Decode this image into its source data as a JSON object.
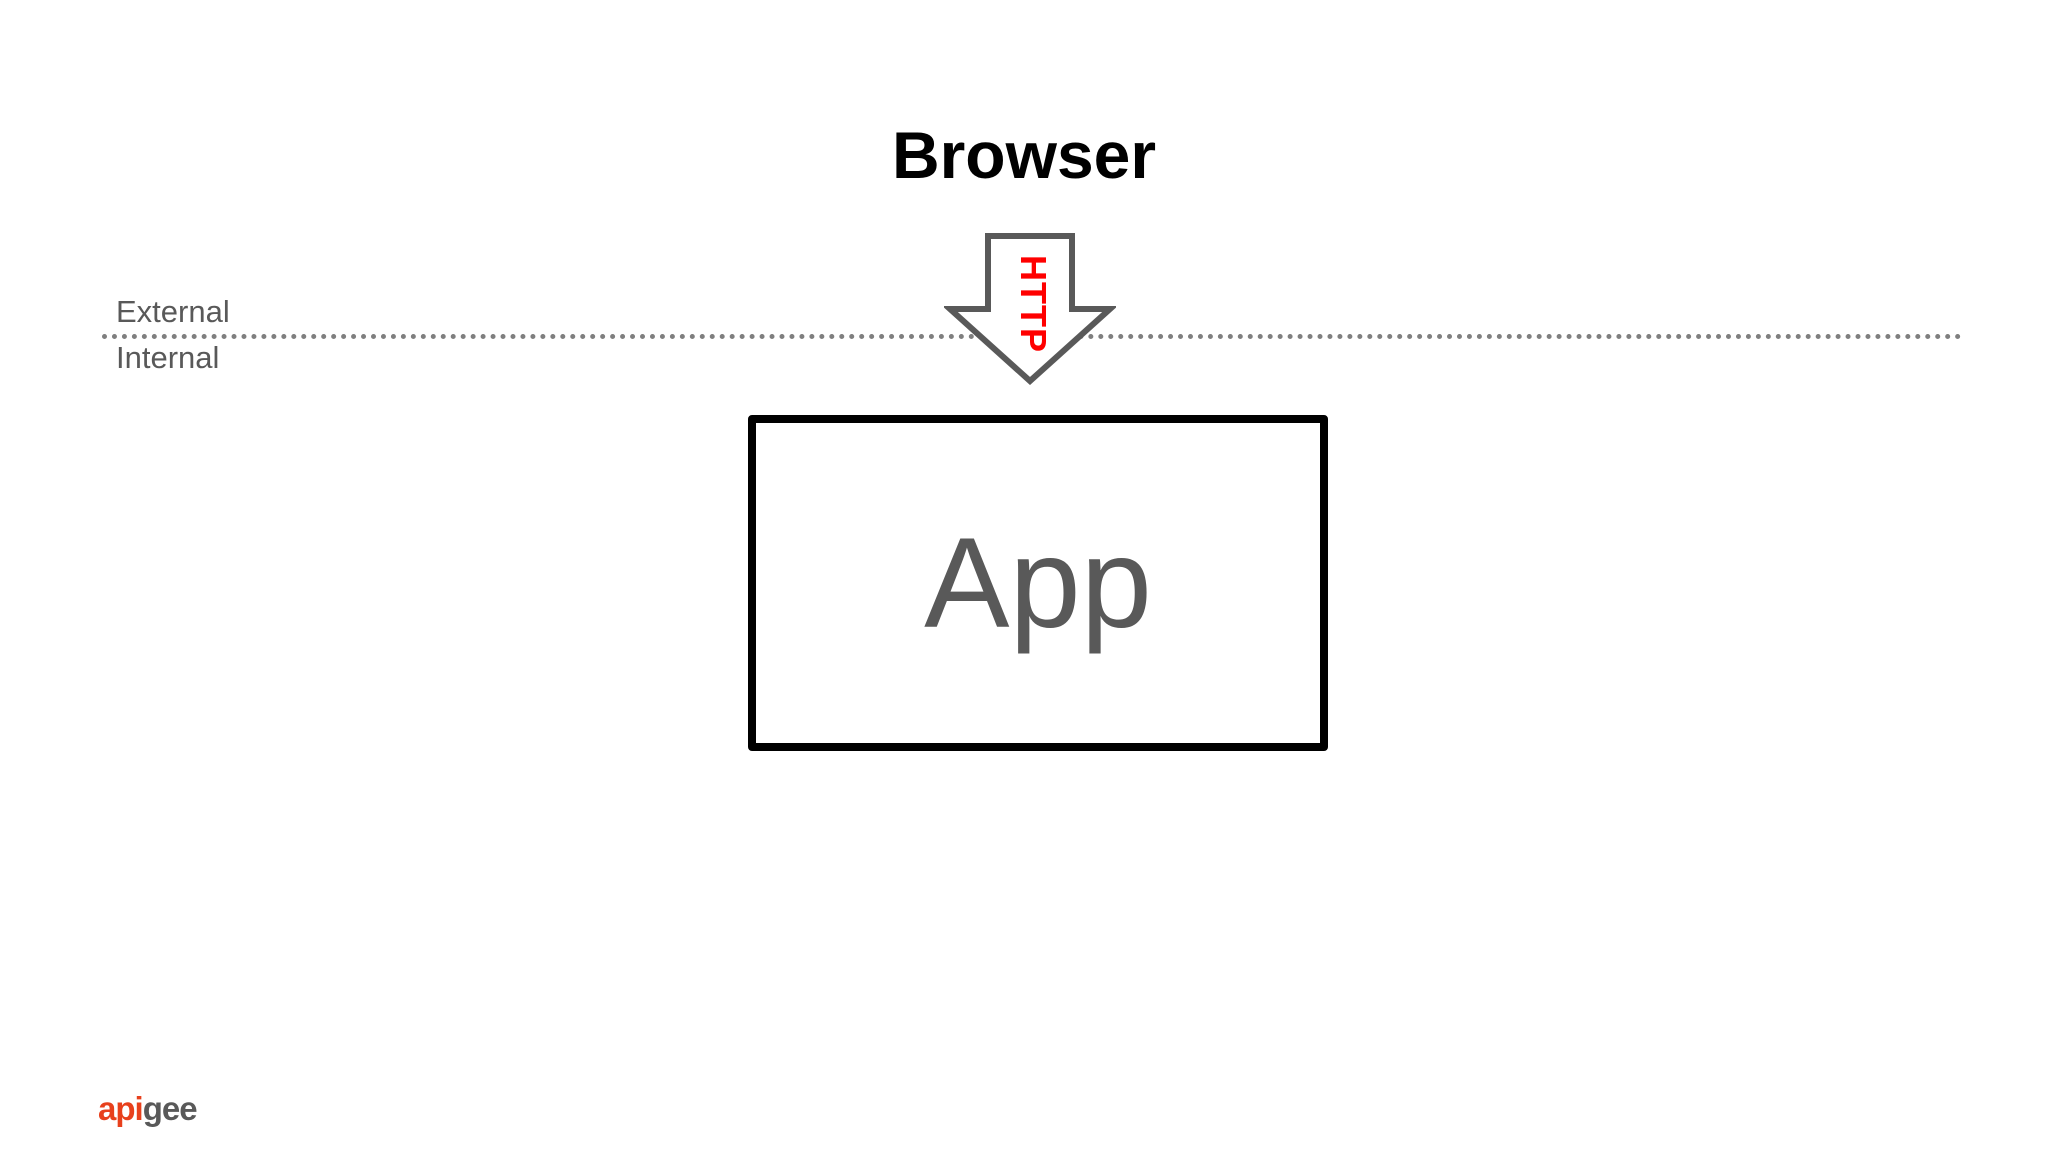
{
  "diagram": {
    "title": "Browser",
    "zones": {
      "external": "External",
      "internal": "Internal"
    },
    "arrow": {
      "label": "HTTP",
      "direction": "down"
    },
    "app": {
      "label": "App"
    }
  },
  "branding": {
    "logo_text_part1": "api",
    "logo_text_part2": "gee"
  },
  "colors": {
    "arrow_label": "#ff0000",
    "arrow_stroke": "#595959",
    "boundary": "#7f7f7f",
    "logo_primary": "#e8401c",
    "logo_secondary": "#595959"
  }
}
